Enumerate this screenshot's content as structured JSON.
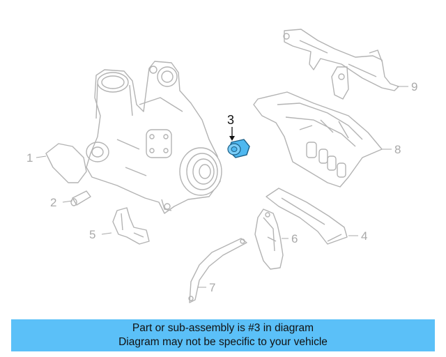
{
  "diagram": {
    "callouts": {
      "c1": "1",
      "c2": "2",
      "c3": "3",
      "c4": "4",
      "c5": "5",
      "c6": "6",
      "c7": "7",
      "c8": "8",
      "c9": "9"
    },
    "highlight_color": "#4fb8f0",
    "line_color": "#b3b3b3"
  },
  "banner": {
    "line1": "Part or sub-assembly is #3 in diagram",
    "line2": "Diagram may not be specific to your vehicle",
    "color": "#5bc0f8"
  }
}
